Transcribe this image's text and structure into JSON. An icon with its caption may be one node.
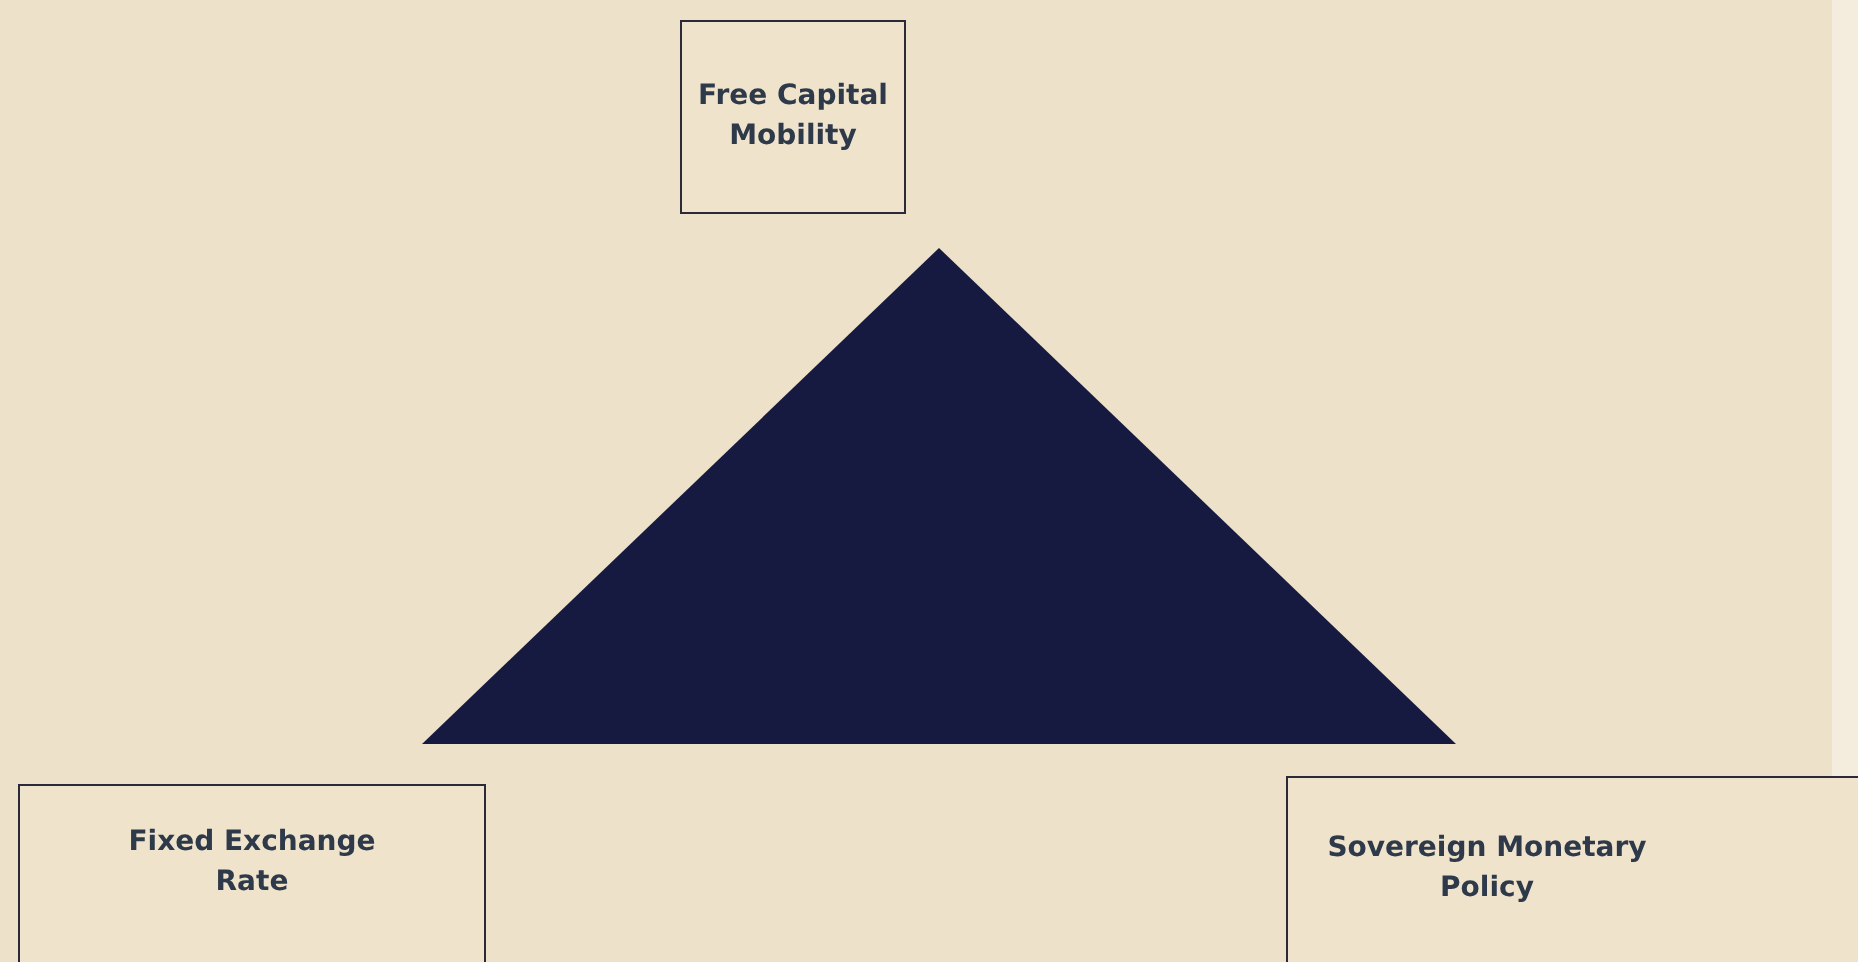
{
  "diagram": {
    "nodes": [
      {
        "text": [
          "Free Capital Mobility"
        ]
      },
      {
        "text": [],
        "shape": "triangle"
      },
      {
        "text": [
          "Fixed Exchange Rate"
        ]
      },
      {
        "text": [
          "Sovereign Monetary Policy"
        ]
      }
    ]
  }
}
